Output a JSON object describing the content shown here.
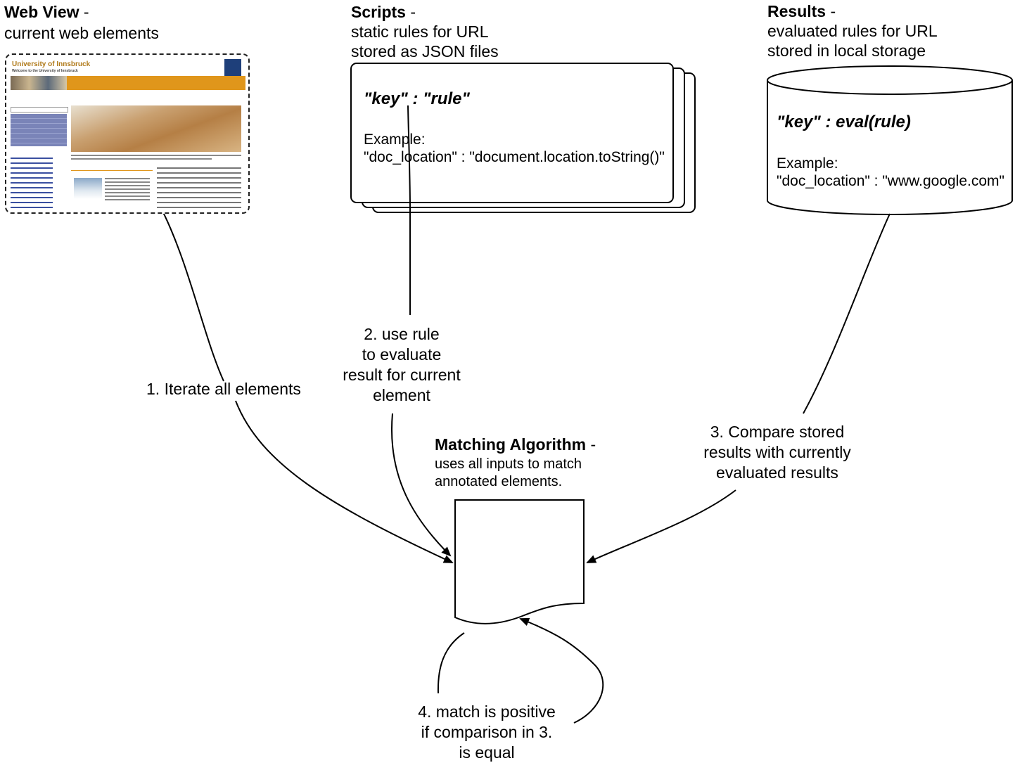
{
  "web_view": {
    "title": "Web View",
    "dash": "-",
    "subtitle": "current web elements",
    "thumbnail": {
      "site_title": "University of Innsbruck",
      "site_subtitle": "Welcome to the University of Innsbruck"
    }
  },
  "scripts": {
    "title": "Scripts",
    "dash": "-",
    "subtitle_line1": "static rules for URL",
    "subtitle_line2": "stored as JSON files",
    "card_key": "\"key\" : \"rule\"",
    "example_label": "Example:",
    "example_value": "\"doc_location\" :  \"document.location.toString()\""
  },
  "results": {
    "title": "Results",
    "dash": "-",
    "subtitle_line1": "evaluated rules for URL",
    "subtitle_line2": "stored in local storage",
    "card_key": "\"key\" : eval(rule)",
    "example_label": "Example:",
    "example_value": "\"doc_location\" : \"www.google.com\""
  },
  "matching": {
    "title": "Matching Algorithm",
    "dash": "-",
    "subtitle_line1": "uses all inputs to match",
    "subtitle_line2": "annotated elements."
  },
  "steps": {
    "step1": "1. Iterate all elements",
    "step2_line1": "2. use rule",
    "step2_line2": "to evaluate",
    "step2_line3": "result for current",
    "step2_line4": "element",
    "step3_line1": "3. Compare stored",
    "step3_line2": "results with currently",
    "step3_line3": "evaluated results",
    "step4_line1": "4. match is positive",
    "step4_line2": "if comparison in 3.",
    "step4_line3": "is equal"
  }
}
